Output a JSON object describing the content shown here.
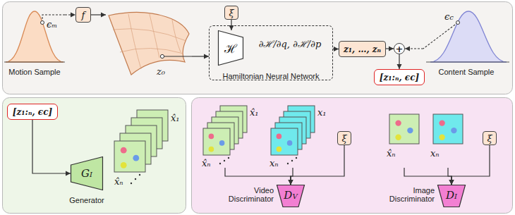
{
  "diagram": {
    "nodes": [
      {
        "text": [
          "ϵₘ",
          "Motion Sample"
        ]
      },
      {
        "text": [
          "f"
        ]
      },
      {
        "text": [
          "z₀"
        ]
      },
      {
        "text": [
          "ξ"
        ]
      },
      {
        "text": [
          "∂ℋ/∂q, ∂ℋ/∂p",
          "Hamiltonian Neural Network"
        ]
      },
      {
        "text": [
          "ℋ"
        ],
        "in": 4
      },
      {
        "text": [
          "z₁, …, zₙ"
        ]
      },
      {
        "text": [
          "+"
        ]
      },
      {
        "text": [
          "ϵc",
          "Content Sample"
        ]
      },
      {
        "text": [
          "[z₁:ₙ, ϵc]"
        ]
      },
      {
        "text": [
          "[z₁:ₙ, ϵc]"
        ]
      },
      {
        "text": [
          "GI",
          "Generator"
        ]
      },
      {
        "text": [
          "x̂₁",
          "x̂ₙ"
        ]
      },
      {
        "text": [
          "x̂₁",
          "x̂ₙ"
        ]
      },
      {
        "text": [
          "x₁",
          "xₙ"
        ]
      },
      {
        "text": [
          "ξ"
        ]
      },
      {
        "text": [
          "DV",
          "Video Discriminator"
        ]
      },
      {
        "text": [
          "x̂ₙ"
        ]
      },
      {
        "text": [
          "xₙ"
        ]
      },
      {
        "text": [
          "ξ"
        ]
      },
      {
        "text": [
          "DI",
          "Image Discriminator"
        ]
      }
    ],
    "edges": [
      {
        "from": 0,
        "to": 1,
        "arrow": "to"
      },
      {
        "from": 1,
        "to": 2,
        "arrow": "to"
      },
      {
        "from": 2,
        "to": 4,
        "arrow": "to"
      },
      {
        "from": 3,
        "to": 5,
        "arrow": "to"
      },
      {
        "from": 4,
        "to": 6,
        "arrow": "to"
      },
      {
        "from": 6,
        "to": 7,
        "arrow": "to"
      },
      {
        "from": 8,
        "to": 7,
        "arrow": "to"
      },
      {
        "from": 7,
        "to": 9,
        "arrow": "to"
      },
      {
        "from": 10,
        "to": 11,
        "arrow": "to"
      },
      {
        "from": 13,
        "to": 16,
        "arrow": "to"
      },
      {
        "from": 14,
        "to": 16,
        "arrow": "to"
      },
      {
        "from": 15,
        "to": 16,
        "arrow": "to"
      },
      {
        "from": 17,
        "to": 20,
        "arrow": "to"
      },
      {
        "from": 18,
        "to": 20,
        "arrow": "to"
      },
      {
        "from": 19,
        "to": 20,
        "arrow": "to"
      }
    ]
  }
}
